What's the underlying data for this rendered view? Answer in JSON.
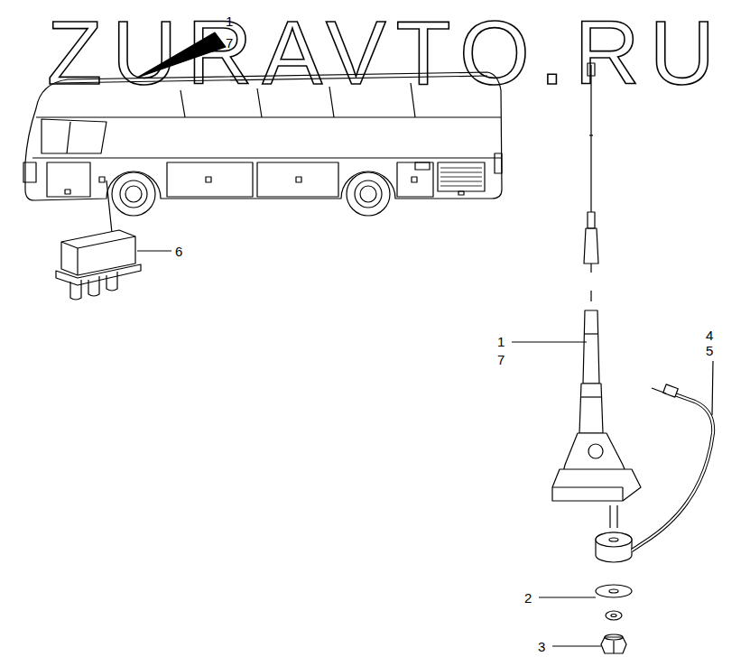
{
  "diagram": {
    "labels": [
      "ZURAVTO.RU",
      "1",
      "7",
      "6",
      "1",
      "7",
      "4",
      "5",
      "2",
      "3"
    ]
  }
}
